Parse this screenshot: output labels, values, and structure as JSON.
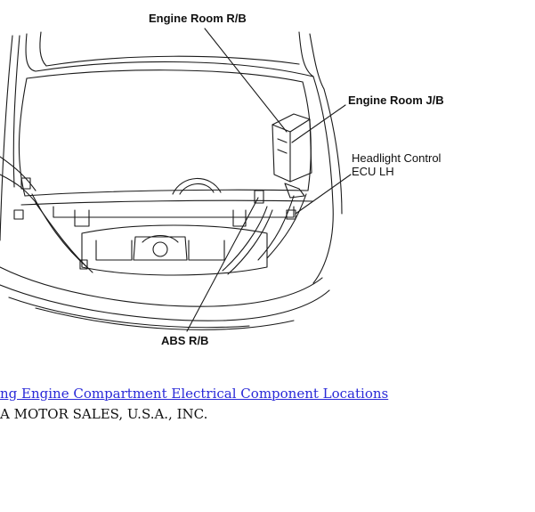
{
  "diagram": {
    "labels": {
      "engine_room_rb": "Engine Room R/B",
      "engine_room_jb": "Engine Room J/B",
      "headlight_control_line1": "Headlight Control",
      "headlight_control_line2": "ECU LH",
      "abs_rb": "ABS R/B"
    },
    "line_color": "#1a1a1a"
  },
  "footer": {
    "link_text": "ng Engine Compartment Electrical Component Locations",
    "link_color": "#2a2ad8",
    "copyright_text": "A MOTOR SALES, U.S.A., INC."
  }
}
